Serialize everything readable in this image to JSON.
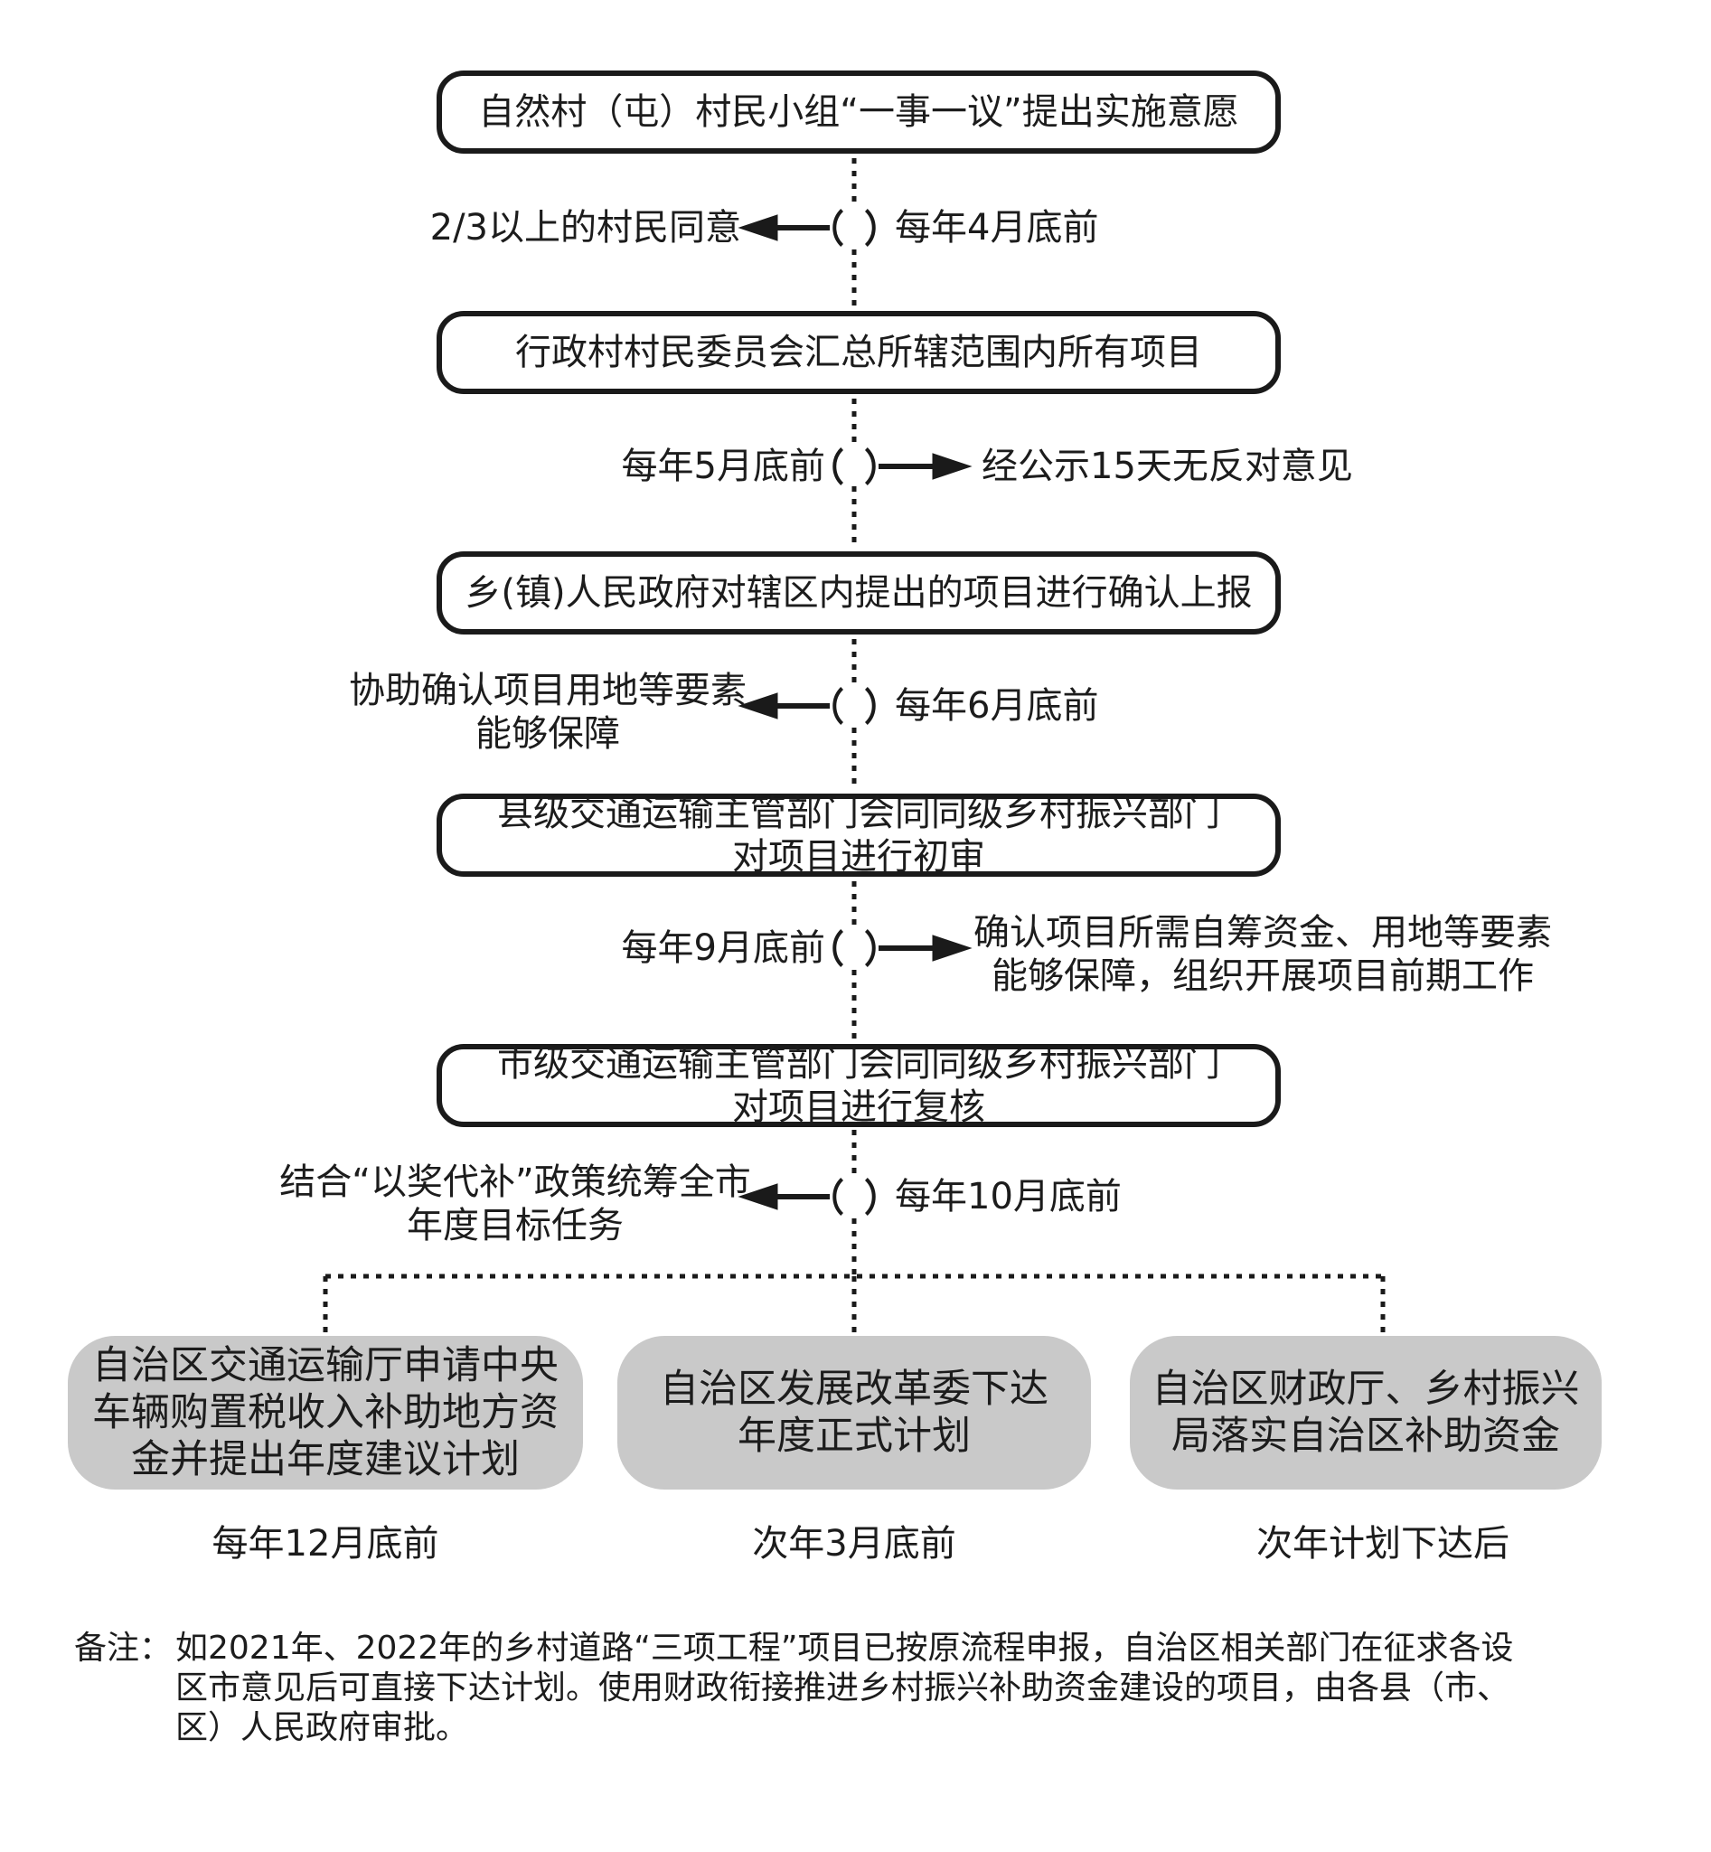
{
  "steps": [
    {
      "lines": [
        "自然村（屯）村民小组“一事一议”提出实施意愿"
      ]
    },
    {
      "lines": [
        "行政村村民委员会汇总所辖范围内所有项目"
      ]
    },
    {
      "lines": [
        "乡(镇)人民政府对辖区内提出的项目进行确认上报"
      ]
    },
    {
      "lines": [
        "县级交通运输主管部门会同同级乡村振兴部门",
        "对项目进行初审"
      ]
    },
    {
      "lines": [
        "市级交通运输主管部门会同同级乡村振兴部门",
        "对项目进行复核"
      ]
    }
  ],
  "connectors": [
    {
      "deadline": "每年4月底前",
      "condition": [
        "2/3以上的村民同意"
      ],
      "arrow": "left"
    },
    {
      "deadline": "每年5月底前",
      "condition": [
        "经公示15天无反对意见"
      ],
      "arrow": "right"
    },
    {
      "deadline": "每年6月底前",
      "condition": [
        "协助确认项目用地等要素",
        "能够保障"
      ],
      "arrow": "left"
    },
    {
      "deadline": "每年9月底前",
      "condition": [
        "确认项目所需自筹资金、用地等要素",
        "能够保障，组织开展项目前期工作"
      ],
      "arrow": "right"
    },
    {
      "deadline": "每年10月底前",
      "condition": [
        "结合“以奖代补”政策统筹全市",
        "年度目标任务"
      ],
      "arrow": "left"
    }
  ],
  "final_boxes": [
    {
      "lines": [
        "自治区交通运输厅申请中央",
        "车辆购置税收入补助地方资",
        "金并提出年度建议计划"
      ],
      "deadline": "每年12月底前"
    },
    {
      "lines": [
        "自治区发展改革委下达",
        "年度正式计划"
      ],
      "deadline": "次年3月底前"
    },
    {
      "lines": [
        "自治区财政厅、乡村振兴",
        "局落实自治区补助资金"
      ],
      "deadline": "次年计划下达后"
    }
  ],
  "note": {
    "label": "备注：",
    "lines": [
      "如2021年、2022年的乡村道路“三项工程”项目已按原流程申报，自治区相关部门在征求各设",
      "区市意见后可直接下达计划。使用财政衔接推进乡村振兴补助资金建设的项目，由各县（市、",
      "区）人民政府审批。"
    ]
  },
  "colors": {
    "line": "#1a1a1a",
    "pill_fill": "#c9c9c9",
    "background": "#ffffff"
  }
}
